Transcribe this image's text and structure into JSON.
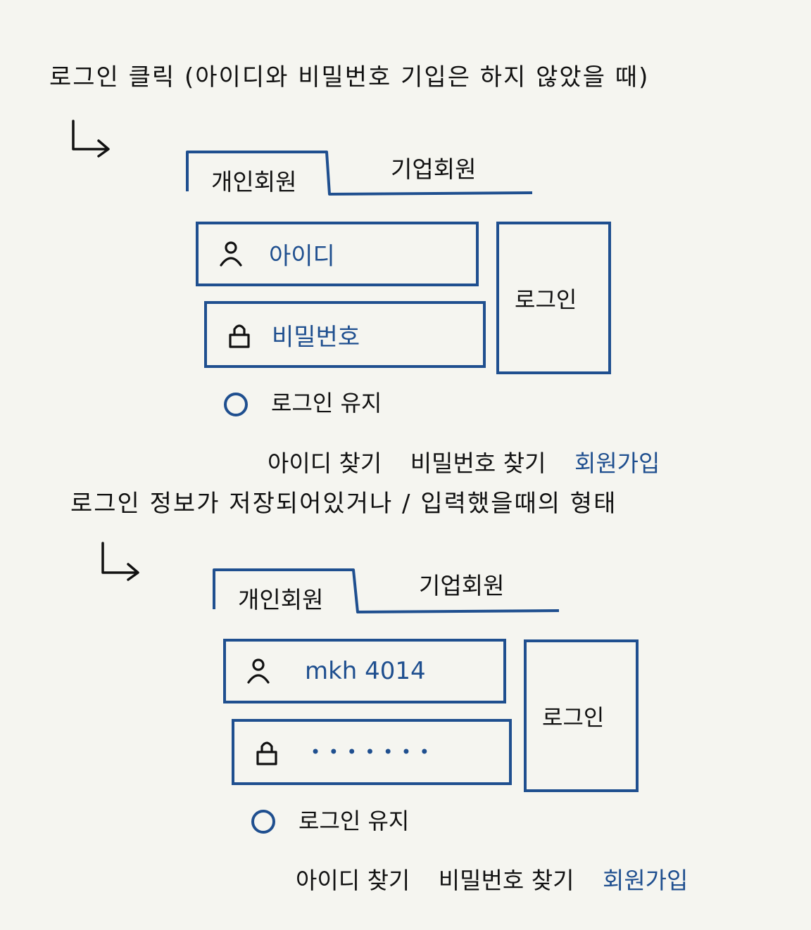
{
  "section1": {
    "heading": "로그인 클릭 (아이디와 비밀번호 기입은 하지 않았을 때)",
    "tabs": {
      "personal": "개인회원",
      "business": "기업회원"
    },
    "id_field": {
      "text": "아이디",
      "icon": "person-icon"
    },
    "password_field": {
      "text": "비밀번호",
      "icon": "lock-icon"
    },
    "login_button": "로그인",
    "keep_login": "로그인 유지",
    "links": {
      "find_id": "아이디 찾기",
      "find_password": "비밀번호 찾기",
      "signup": "회원가입"
    }
  },
  "section2": {
    "heading": "로그인 정보가 저장되어있거나 / 입력했을때의 형태",
    "tabs": {
      "personal": "개인회원",
      "business": "기업회원"
    },
    "id_field": {
      "text": "mkh 4014",
      "icon": "person-icon"
    },
    "password_field": {
      "text": "• • • • • • •",
      "icon": "lock-icon"
    },
    "login_button": "로그인",
    "keep_login": "로그인 유지",
    "links": {
      "find_id": "아이디 찾기",
      "find_password": "비밀번호 찾기",
      "signup": "회원가입"
    }
  },
  "colors": {
    "accent": "#1f4f8f",
    "ink": "#111111",
    "paper": "#f5f5f0"
  }
}
